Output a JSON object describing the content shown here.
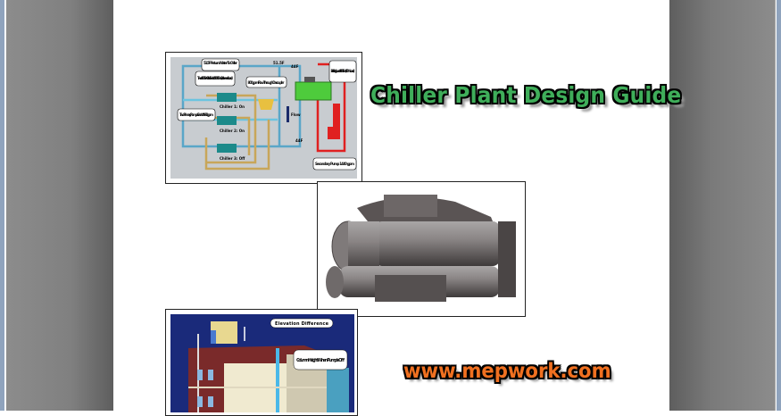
{
  "document": {
    "title": "Chiller Plant Design Guide",
    "website": "www.mepwork.com"
  },
  "diagram": {
    "labels": {
      "return_water": "51.5F Return Water To Chiller",
      "temp_top": "51.5F",
      "temp_44a": "44F",
      "temp_44b": "44F",
      "chillers": "Two 400 Ton Chillers Each At 200 Tons (Balanced Load)",
      "decoupler": "800 gpm Flow Through Decoupler",
      "building_load": "Building Load 800 Tons (50% Load)",
      "primary_pumps": "Two Primary Pumps Each At 960 gpm",
      "chiller1": "Chiller 1: On",
      "chiller2": "Chiller 2: On",
      "chiller3": "Chiller 3: Off",
      "flow": "Flow",
      "secondary_pump": "Secondary Pump 1440 gpm"
    }
  },
  "building": {
    "labels": {
      "elevation": "Elevation Difference",
      "column": "Column Height When Pump is Off"
    }
  }
}
